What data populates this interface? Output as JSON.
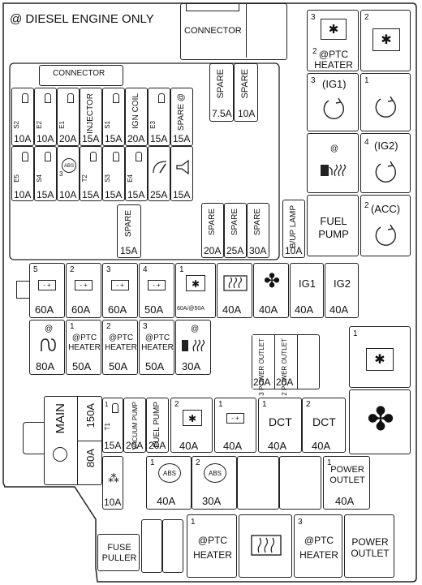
{
  "header": {
    "diesel_note": "@ DIESEL ENGINE ONLY"
  },
  "connectors": {
    "top": "CONNECTOR",
    "inner": "CONNECTOR"
  },
  "inner_block": {
    "top_row": [
      {
        "label": "S2",
        "amp": "10A"
      },
      {
        "label": "E2",
        "amp": "10A"
      },
      {
        "label": "E1",
        "amp": "20A"
      },
      {
        "label": "INJECTOR",
        "amp": "15A"
      },
      {
        "label": "S1",
        "amp": "15A"
      },
      {
        "label": "IGN COIL",
        "amp": "20A"
      },
      {
        "label": "E3",
        "amp": "15A"
      },
      {
        "label": "SPARE @",
        "amp": "15A"
      }
    ],
    "bottom_row": [
      {
        "label": "E5",
        "amp": "10A"
      },
      {
        "label": "S4",
        "amp": "15A"
      },
      {
        "label": "3",
        "amp": "10A"
      },
      {
        "label": "T2",
        "amp": "15A"
      },
      {
        "label": "S3",
        "amp": "15A"
      },
      {
        "label": "E4",
        "amp": "15A"
      },
      {
        "label": "",
        "amp": "25A"
      },
      {
        "label": "",
        "amp": "15A"
      }
    ],
    "spare_15": {
      "label": "SPARE",
      "amp": "15A"
    },
    "spares_row": [
      {
        "label": "SPARE",
        "amp": "20A"
      },
      {
        "label": "SPARE",
        "amp": "25A"
      },
      {
        "label": "SPARE",
        "amp": "30A"
      }
    ],
    "bup_lamp": {
      "label": "B/UP LAMP",
      "amp": "10A"
    }
  },
  "top_spares": [
    {
      "label": "SPARE",
      "amp": "7.5A"
    },
    {
      "label": "SPARE",
      "amp": "10A"
    }
  ],
  "right_relays": {
    "ptc_heater_relay": {
      "num_top": "3",
      "num_bottom": "2",
      "label": "@PTC HEATER"
    },
    "relay_2": {
      "num": "2"
    },
    "ig1": {
      "num": "3",
      "label": "(IG1)"
    },
    "relay_1": {
      "num": "1"
    },
    "glow": {
      "label": "@"
    },
    "ig2": {
      "num": "4",
      "label": "(IG2)"
    },
    "fuel_pump": {
      "label": "FUEL PUMP"
    },
    "acc": {
      "num": "2",
      "label": "(ACC)"
    }
  },
  "row_mid": [
    {
      "num": "5",
      "amp": "60A"
    },
    {
      "num": "2",
      "amp": "60A"
    },
    {
      "num": "3",
      "amp": "60A"
    },
    {
      "num": "4",
      "amp": "50A"
    },
    {
      "num": "1",
      "amp": "60A/@50A"
    },
    {
      "num": "",
      "amp": "40A"
    },
    {
      "num": "",
      "amp": "40A"
    },
    {
      "num": "",
      "label": "IG1",
      "amp": "40A"
    },
    {
      "num": "",
      "label": "IG2",
      "amp": "40A"
    }
  ],
  "row_ptc": [
    {
      "num": "@",
      "label": "",
      "amp": "80A"
    },
    {
      "num": "1",
      "label": "@PTC HEATER",
      "amp": "50A"
    },
    {
      "num": "2",
      "label": "@PTC HEATER",
      "amp": "50A"
    },
    {
      "num": "3",
      "label": "@PTC HEATER",
      "amp": "50A"
    },
    {
      "num": "@",
      "label": "",
      "amp": "30A"
    }
  ],
  "power_outlets_small": [
    {
      "label": "3 POWER OUTLET",
      "amp": "20A"
    },
    {
      "label": "2 POWER OUTLET",
      "amp": "20A"
    }
  ],
  "main_block": {
    "main_label": "MAIN",
    "main_amp": "150A",
    "amp_80": "80A"
  },
  "row_lower": [
    {
      "num": "1",
      "label": "T1",
      "amp": "15A"
    },
    {
      "num": "",
      "label": "VACUUM PUMP",
      "amp": "20A"
    },
    {
      "num": "",
      "label": "FUEL PUMP",
      "amp": "20A"
    },
    {
      "num": "2",
      "label": "",
      "amp": "40A"
    },
    {
      "num": "1",
      "label": "",
      "amp": "40A"
    },
    {
      "num": "1",
      "label": "DCT",
      "amp": "40A"
    },
    {
      "num": "2",
      "label": "DCT",
      "amp": "40A"
    }
  ],
  "row_abs": [
    {
      "num": "",
      "label": "",
      "amp": "10A"
    },
    {
      "num": "1",
      "label": "ABS",
      "amp": "40A"
    },
    {
      "num": "2",
      "label": "ABS",
      "amp": "30A"
    },
    {
      "num": "1",
      "label": "POWER OUTLET",
      "amp": "40A"
    }
  ],
  "bottom": {
    "fuse_puller": "FUSE PULLER",
    "ptc1": {
      "num": "1",
      "label": "@PTC HEATER"
    },
    "ptc3": {
      "num": "3",
      "label": "@PTC HEATER"
    },
    "power_outlet": "POWER OUTLET"
  },
  "right_lower_relay": {
    "num": "1"
  },
  "abs_text": "ABS"
}
